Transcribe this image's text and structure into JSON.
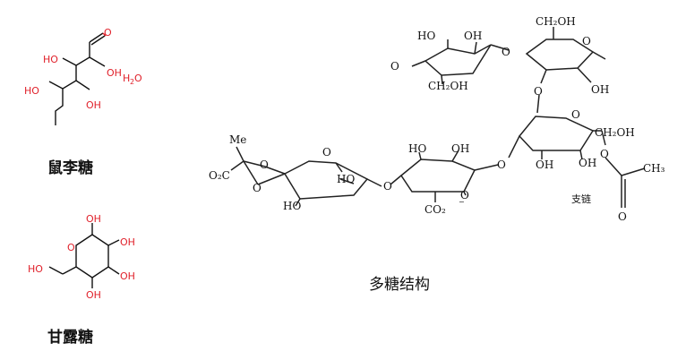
{
  "captions": {
    "rhamnose": "鼠李糖",
    "mannose": "甘露糖",
    "polysaccharide": "多糖结构"
  },
  "rhamnose": {
    "hydroxyl": "OH",
    "hydroxyl_left": "HO",
    "water": "H",
    "water_sub": "2",
    "water_o": "O"
  },
  "mannose": {
    "hydroxyl": "OH",
    "hydroxyl_left": "HO",
    "ring_oxygen": "O"
  },
  "polysaccharide": {
    "labels": {
      "ho": "HO",
      "oh": "OH",
      "ch2oh": "CH₂OH",
      "o": "O",
      "me": "Me",
      "o2c": "O₂C",
      "co2": "CO₂",
      "ch3": "CH₃",
      "branch": "支链"
    }
  },
  "colors": {
    "heteroatom": "#e0202a",
    "bond": "#111111"
  }
}
